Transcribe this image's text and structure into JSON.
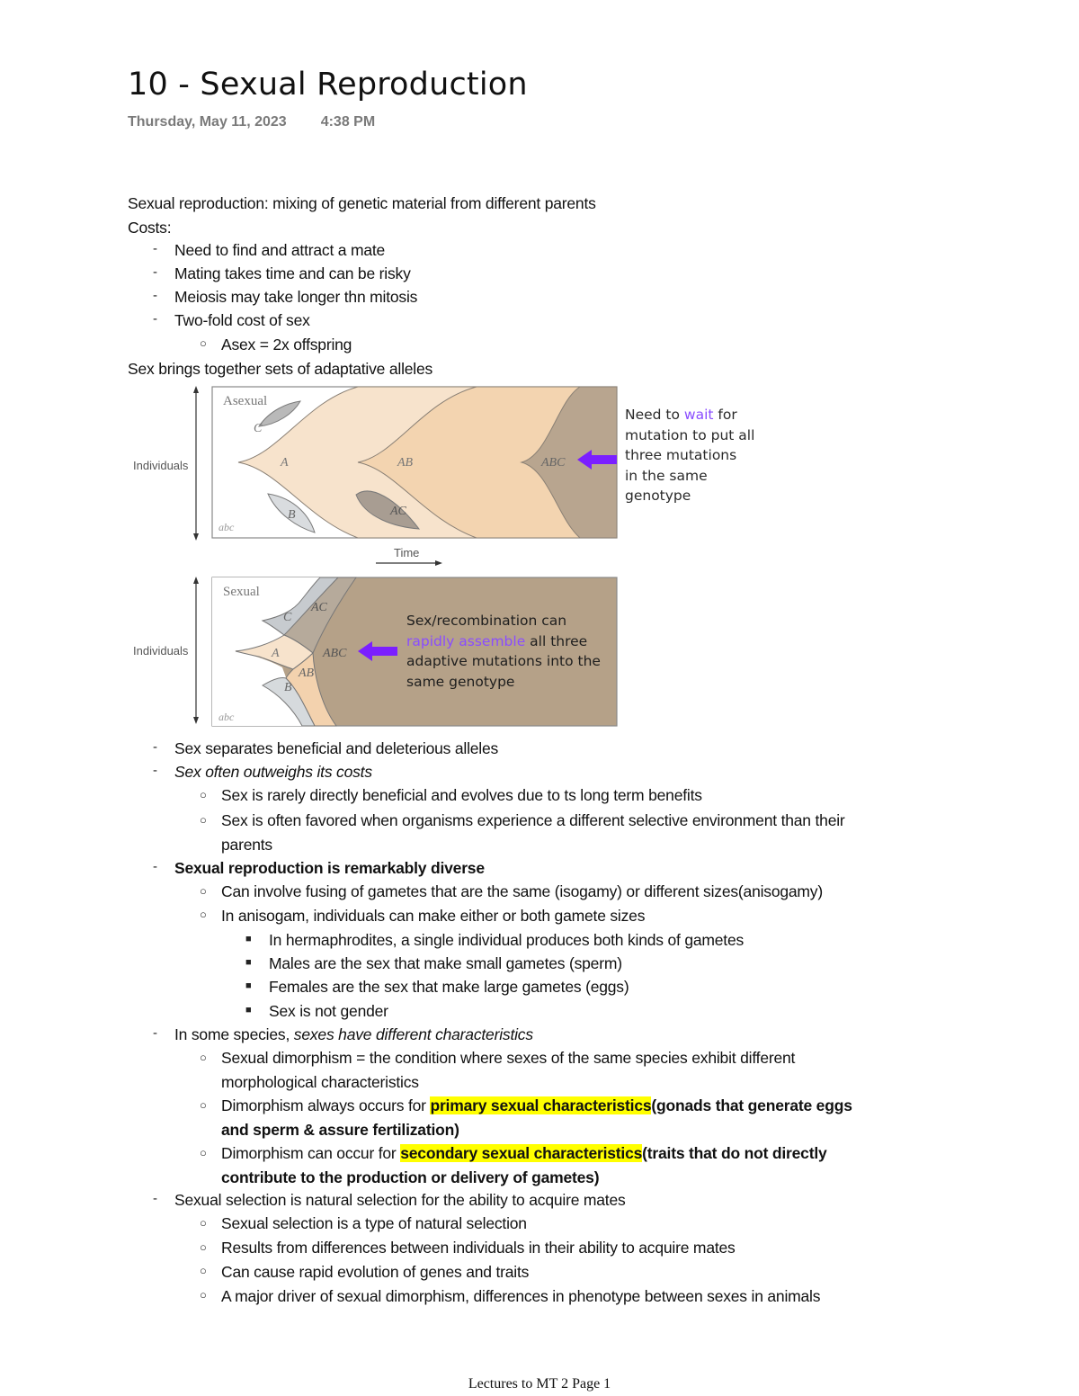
{
  "header": {
    "title": "10 - Sexual Reproduction",
    "date": "Thursday, May 11, 2023",
    "time": "4:38 PM"
  },
  "intro": {
    "definition": "Sexual reproduction: mixing of genetic material from different parents",
    "costs_heading": "Costs:",
    "costs": [
      "Need to find and attract a mate",
      "Mating takes time and can be risky",
      "Meiosis may take longer thn mitosis",
      "Two-fold cost of sex"
    ],
    "cost_sub": "Asex = 2x offspring",
    "adaptive_heading": "Sex brings together sets of adaptative alleles"
  },
  "figure_asexual": {
    "panel_label": "Asexual",
    "y_axis": "Individuals",
    "x_axis": "Time",
    "baseline_label": "abc",
    "genotypes": [
      "A",
      "B",
      "C",
      "AB",
      "AC",
      "ABC"
    ],
    "caption_pre": "Need to ",
    "caption_highlight": "wait",
    "caption_post_lines": [
      " for",
      "mutation to put all",
      "three mutations",
      "in the same",
      "genotype"
    ],
    "colors": {
      "A": "#f7e3cc",
      "AB": "#f3d4b0",
      "ABC": "#b8a58f",
      "B": "#d9dcdf",
      "C": "#b9b9b9",
      "AC": "#a89d92",
      "arrow": "#7b1fff"
    }
  },
  "figure_sexual": {
    "panel_label": "Sexual",
    "y_axis": "Individuals",
    "baseline_label": "abc",
    "genotypes": [
      "A",
      "B",
      "C",
      "AB",
      "AC",
      "ABC"
    ],
    "caption_line1": "Sex/recombination can",
    "caption_highlight": "rapidly assemble",
    "caption_line2_post": " all three",
    "caption_line3": "adaptive mutations into the",
    "caption_line4": "same genotype",
    "colors": {
      "ABC": "#b5a188",
      "A": "#f7e3cc",
      "AB": "#f3d2ae",
      "B": "#d6dadd",
      "C": "#c7cbcf",
      "AC": "#b6aa9b",
      "arrow": "#7b1fff"
    }
  },
  "section2": {
    "bullets": [
      {
        "text": "Sex separates beneficial and deleterious alleles"
      },
      {
        "text": "Sex often outweighs its costs",
        "italic": true
      },
      {
        "sub": "Sex is rarely directly beneficial and evolves due to ts long term benefits"
      },
      {
        "sub": "Sex is often favored when organisms experience a different selective environment than their",
        "cont": "parents"
      },
      {
        "text": "Sexual reproduction is remarkably diverse",
        "bold": true
      },
      {
        "sub": "Can involve fusing of gametes that are the same (isogamy) or different sizes(anisogamy)"
      },
      {
        "sub": "In anisogam, individuals can make either or both gamete sizes"
      },
      {
        "subsub": "In hermaphrodites, a single individual produces both kinds of gametes"
      },
      {
        "subsub": "Males are the sex that make small gametes (sperm)"
      },
      {
        "subsub": "Females are the sex that make large gametes (eggs)"
      },
      {
        "subsub": "Sex is not gender"
      }
    ],
    "species_pre": "In some species, ",
    "species_italic": "sexes have different characteristics",
    "dimorphism_def": "Sexual dimorphism = the condition where sexes of the same species exhibit different",
    "dimorphism_def_cont": "morphological characteristics",
    "primary_pre": "Dimorphism always occurs for ",
    "primary_hl": "primary sexual characteristics",
    "primary_post": "(gonads that generate eggs",
    "primary_cont": "and sperm & assure fertilization)",
    "secondary_pre": "Dimorphism can occur for ",
    "secondary_hl": "secondary sexual characteristics",
    "secondary_post": "(traits that do not directly",
    "secondary_cont": "contribute to the production or delivery of gametes)",
    "selection_heading": "Sexual selection is natural selection for the ability to acquire mates",
    "selection_points": [
      "Sexual selection is a type of natural selection",
      "Results from differences between individuals in their ability to acquire mates",
      "Can cause rapid evolution of genes and traits",
      "A major driver of sexual dimorphism, differences in phenotype between sexes in animals"
    ]
  },
  "footer": {
    "text": "Lectures to MT 2 Page 1"
  },
  "highlight_color": "#ffff00",
  "accent_purple": "#8a4dff"
}
